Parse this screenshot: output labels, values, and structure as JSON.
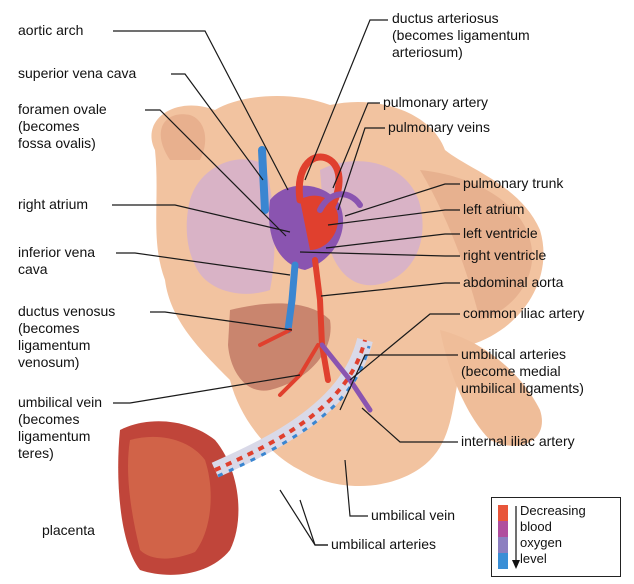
{
  "labels": {
    "aortic_arch": "aortic arch",
    "superior_vena_cava": "superior vena cava",
    "foramen_ovale": "foramen ovale\n(becomes\nfossa ovalis)",
    "right_atrium": "right atrium",
    "inferior_vena_cava": "inferior vena\ncava",
    "ductus_venosus": "ductus venosus\n(becomes\nligamentum\nvenosum)",
    "umbilical_vein_left": "umbilical vein\n(becomes\nligamentum\nteres)",
    "placenta": "placenta",
    "ductus_arteriosus": "ductus arteriosus\n(becomes ligamentum\narteriosum)",
    "pulmonary_artery": "pulmonary artery",
    "pulmonary_veins": "pulmonary veins",
    "pulmonary_trunk": "pulmonary trunk",
    "left_atrium": "left atrium",
    "left_ventricle": "left ventricle",
    "right_ventricle": "right ventricle",
    "abdominal_aorta": "abdominal aorta",
    "common_iliac_artery": "common iliac artery",
    "umbilical_arteries_right": "umbilical arteries\n(become medial\numbilical ligaments)",
    "internal_iliac_artery": "internal iliac artery",
    "umbilical_vein_bottom": "umbilical vein",
    "umbilical_arteries_bottom": "umbilical arteries"
  },
  "legend": {
    "text": "Decreasing\nblood\noxygen\nlevel",
    "colors": [
      "#e8553a",
      "#b04e9e",
      "#8c7fc0",
      "#3a8fd6"
    ]
  },
  "colors": {
    "skin": "#f2c3a0",
    "skin_shadow": "#e3a987",
    "lung": "#d9b3c6",
    "liver": "#c9856e",
    "placenta": "#c0453a",
    "artery_red": "#e0402e",
    "vein_blue": "#3a86d1",
    "mixed_purple": "#8a54b0",
    "leader": "#1a1a1a"
  }
}
